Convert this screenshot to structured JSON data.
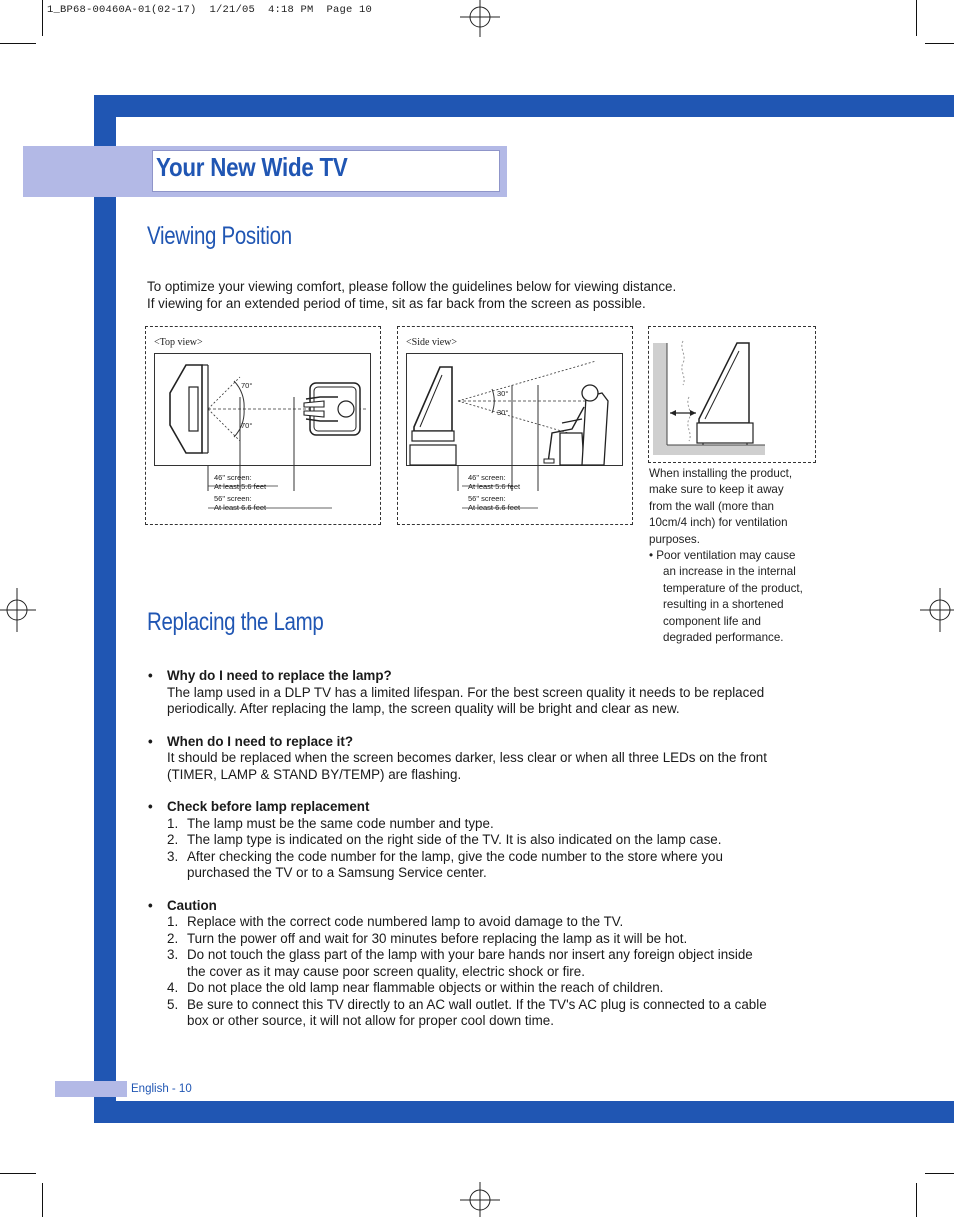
{
  "print_header": "1_BP68-00460A-01(02-17)  1/21/05  4:18 PM  Page 10",
  "page_title": "Your New Wide TV",
  "viewing": {
    "heading": "Viewing Position",
    "intro_line1": "To optimize your viewing comfort, please follow the guidelines below for viewing distance.",
    "intro_line2": "If viewing for an extended period of time, sit as far back from the screen as possible.",
    "top_view": {
      "label": "<Top view>",
      "angle_upper": "70°",
      "angle_lower": "70°",
      "dist1": "46\" screen:",
      "dist1b": "At least 5.6 feet",
      "dist2": "56\" screen:",
      "dist2b": "At least 6.6 feet"
    },
    "side_view": {
      "label": "<Side view>",
      "angle_upper": "30°",
      "angle_lower": "30°",
      "dist1": "46\" screen:",
      "dist1b": "At least 5.6 feet",
      "dist2": "56\" screen:",
      "dist2b": "At least 6.6 feet"
    },
    "install_note": {
      "line1": "When installing the product,",
      "line2": "make sure to keep it away",
      "line3": "from the wall (more than",
      "line4": "10cm/4 inch) for ventilation",
      "line5": "purposes.",
      "bullet_line1": "• Poor ventilation may cause",
      "bullet_line2": "an increase in the internal",
      "bullet_line3": "temperature of the product,",
      "bullet_line4": "resulting in a shortened",
      "bullet_line5": "component life and",
      "bullet_line6": "degraded performance."
    }
  },
  "lamp": {
    "heading": "Replacing the Lamp",
    "bullet": "•",
    "q1": {
      "q": "Why do I need to replace the lamp?",
      "a1": "The lamp used in a DLP TV has a limited lifespan. For the best screen quality it needs to be replaced",
      "a2": "periodically. After replacing the lamp, the screen quality will be bright and clear as new."
    },
    "q2": {
      "q": "When do I need to replace it?",
      "a1": "It should be replaced when the screen becomes darker, less clear or when all three LEDs on the front",
      "a2": "(TIMER, LAMP & STAND BY/TEMP) are flashing."
    },
    "q3": {
      "q": "Check before lamp replacement",
      "items": [
        {
          "n": "1.",
          "t1": "The lamp must be the same code number and type.",
          "t2": ""
        },
        {
          "n": "2.",
          "t1": "The lamp type is indicated on the right side of the TV. It is also indicated on the lamp case.",
          "t2": ""
        },
        {
          "n": "3.",
          "t1": "After checking the code number for the lamp, give the code number to the store where you",
          "t2": "purchased the TV or to a Samsung Service center."
        }
      ]
    },
    "q4": {
      "q": "Caution",
      "items": [
        {
          "n": "1.",
          "t1": "Replace with the correct code numbered lamp to avoid damage to the TV.",
          "t2": ""
        },
        {
          "n": "2.",
          "t1": "Turn the power off and wait for 30 minutes before replacing the lamp as it will be hot.",
          "t2": ""
        },
        {
          "n": "3.",
          "t1": "Do not touch the glass part of the lamp with your bare hands nor insert any foreign object inside",
          "t2": "the cover as it may cause poor screen quality, electric shock or fire."
        },
        {
          "n": "4.",
          "t1": "Do not place the old lamp near flammable objects or within the reach of children.",
          "t2": ""
        },
        {
          "n": "5.",
          "t1": "Be sure to connect this TV directly to an AC wall outlet. If the TV's AC plug is connected to a cable",
          "t2": "box or other source, it will not allow for proper cool down time."
        }
      ]
    }
  },
  "footer": "English - 10",
  "colors": {
    "brand_blue": "#2056b3",
    "lavender": "#b3b9e6"
  }
}
